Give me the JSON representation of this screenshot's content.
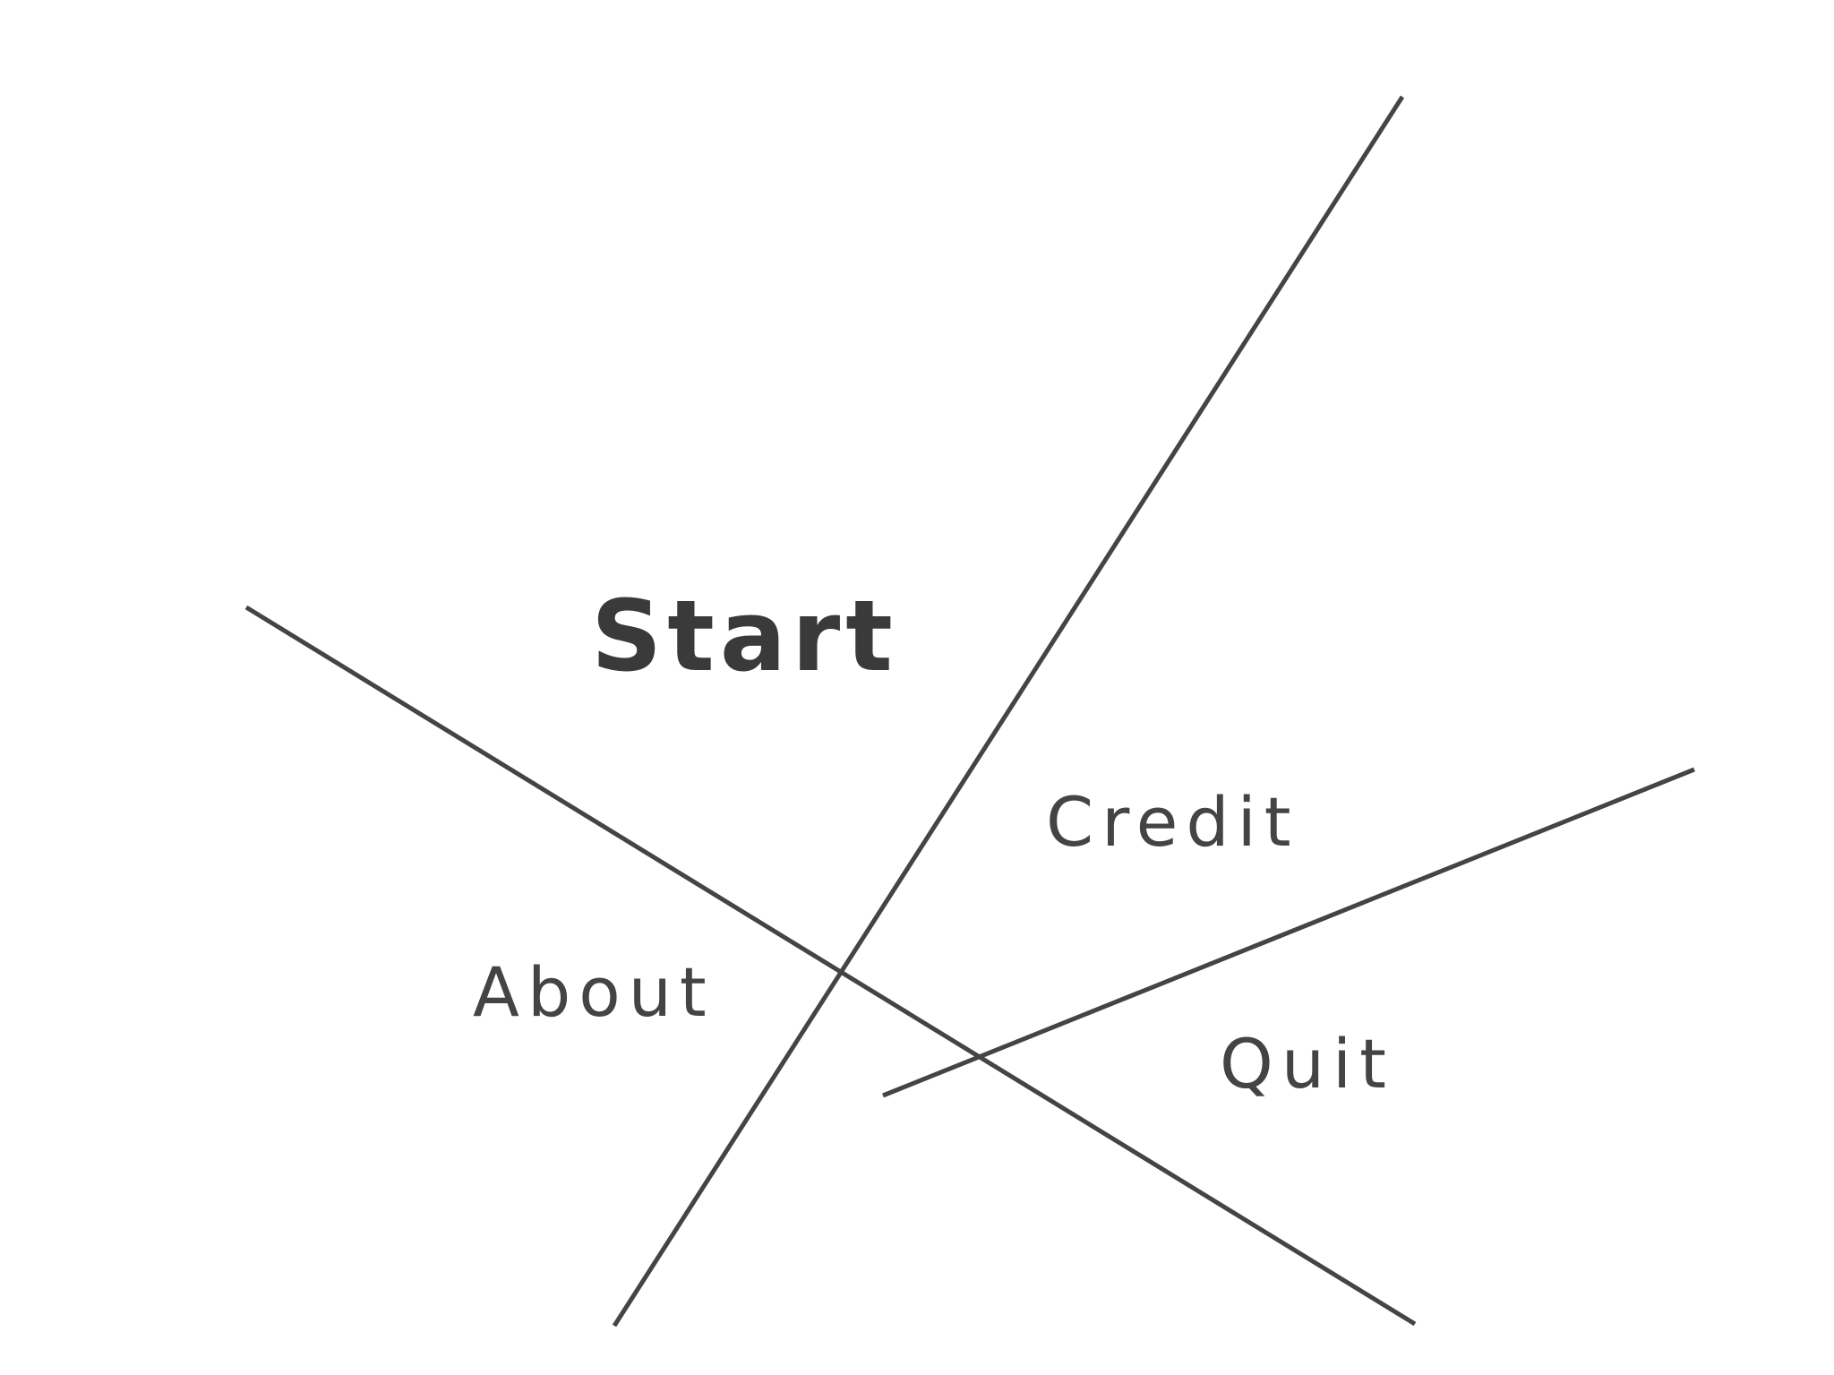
{
  "menu": {
    "start_label": "Start",
    "credit_label": "Credit",
    "about_label": "About",
    "quit_label": "Quit"
  },
  "colors": {
    "background": "#ffffff",
    "ink": "#444444"
  }
}
